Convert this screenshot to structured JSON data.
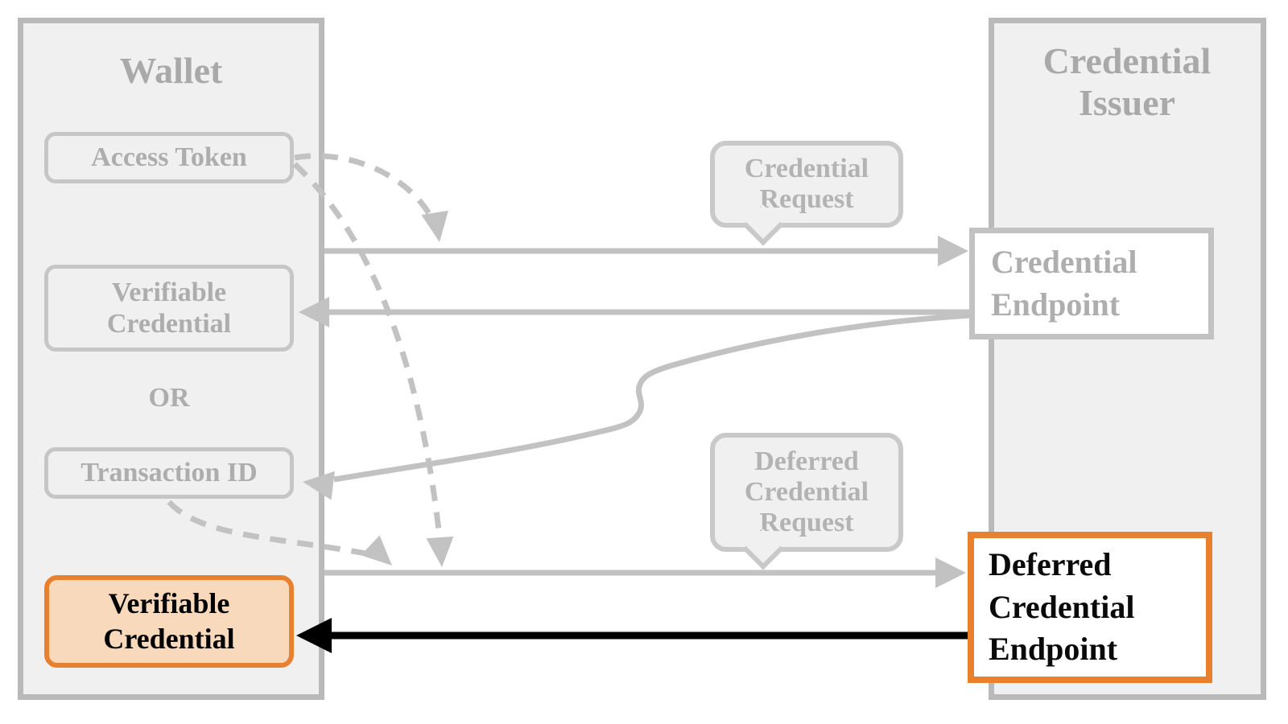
{
  "wallet": {
    "title": "Wallet",
    "access_token_label": "Access Token",
    "verifiable_credential_label": "Verifiable Credential",
    "or_label": "OR",
    "transaction_id_label": "Transaction ID",
    "received_credential_label": "Verifiable Credential"
  },
  "issuer": {
    "title": "Credential Issuer",
    "credential_endpoint_label": "Credential Endpoint",
    "deferred_credential_endpoint_label": "Deferred Credential Endpoint"
  },
  "callouts": {
    "credential_request_label": "Credential Request",
    "deferred_credential_request_label": "Deferred Credential Request"
  },
  "colors": {
    "inactive_line_gray": "#c2c2c2",
    "inactive_border_gray": "#b9b9b9",
    "inactive_text_gray": "#adadad",
    "panel_fill": "#f0f0f0",
    "highlight_orange": "#e8812f",
    "highlight_fill_peach": "#f9d9bc",
    "active_black": "#000000",
    "endpoint_fill_white": "#ffffff"
  }
}
